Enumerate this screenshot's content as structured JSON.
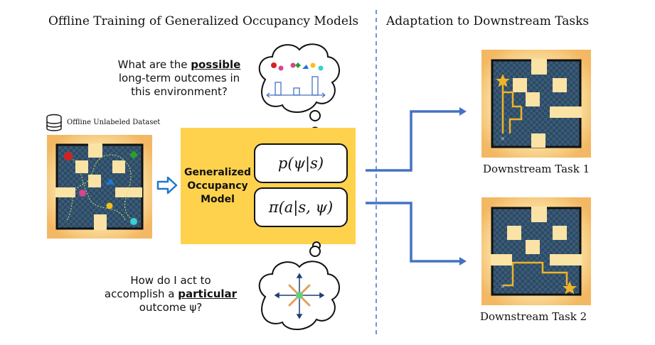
{
  "headings": {
    "left": "Offline Training of Generalized Occupancy Models",
    "right": "Adaptation to Downstream Tasks"
  },
  "question_top": {
    "line1_prefix": "What are the ",
    "line1_emph": "possible",
    "line2": "long-term outcomes in",
    "line3": "this environment?"
  },
  "question_bottom": {
    "line1": "How do I act to",
    "line2_prefix": "accomplish a ",
    "line2_emph": "particular",
    "line3": "outcome ψ?"
  },
  "dataset_label": "Offline Unlabeled Dataset",
  "model": {
    "label_line1": "Generalized",
    "label_line2": "Occupancy",
    "label_line3": "Model",
    "formula1": "p(ψ|s)",
    "formula2": "π(a|s, ψ)"
  },
  "tasks": {
    "task1": "Downstream Task 1",
    "task2": "Downstream Task 2"
  },
  "colors": {
    "accent_yellow": "#FFD24D",
    "arrow_blue": "#4472C4",
    "maze_border": "#F6C979",
    "maze_fill": "#2E4A63"
  }
}
